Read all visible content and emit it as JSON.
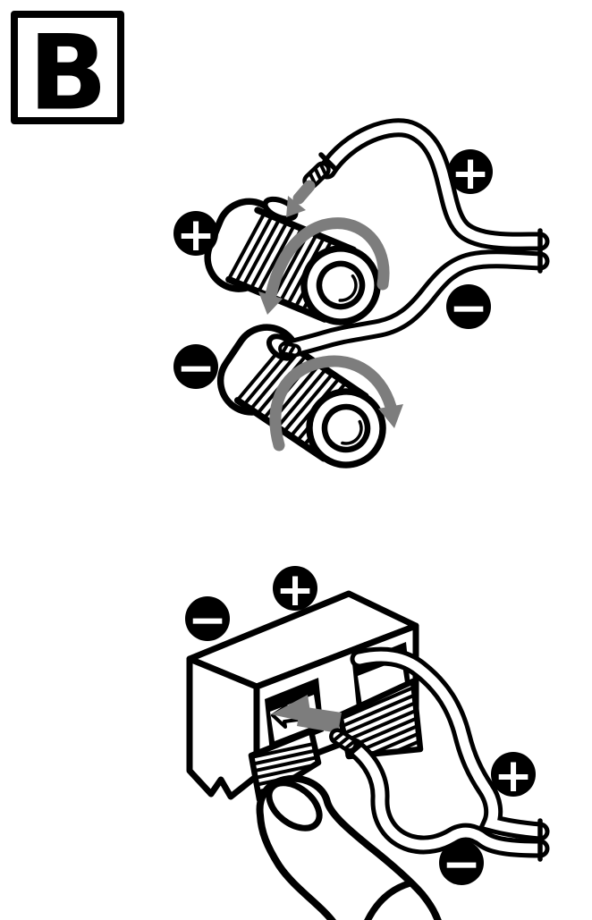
{
  "colors": {
    "ink": "#000000",
    "accent_gray": "#7d7d7d",
    "background": "#ffffff"
  },
  "figure_label": {
    "letter": "B"
  },
  "binding_post_panel": {
    "description": "twist binding-post speaker terminals with wire pair",
    "badges": [
      {
        "id": "plus-upper-post",
        "symbol": "+"
      },
      {
        "id": "plus-wire",
        "symbol": "+"
      },
      {
        "id": "minus-wire",
        "symbol": "−"
      },
      {
        "id": "minus-lower-post",
        "symbol": "−"
      }
    ]
  },
  "spring_clip_panel": {
    "description": "spring-clip speaker terminals pressed by finger",
    "badges": [
      {
        "id": "minus-terminal",
        "symbol": "−"
      },
      {
        "id": "plus-terminal",
        "symbol": "+"
      },
      {
        "id": "plus-wire",
        "symbol": "+"
      },
      {
        "id": "minus-wire",
        "symbol": "−"
      }
    ]
  }
}
